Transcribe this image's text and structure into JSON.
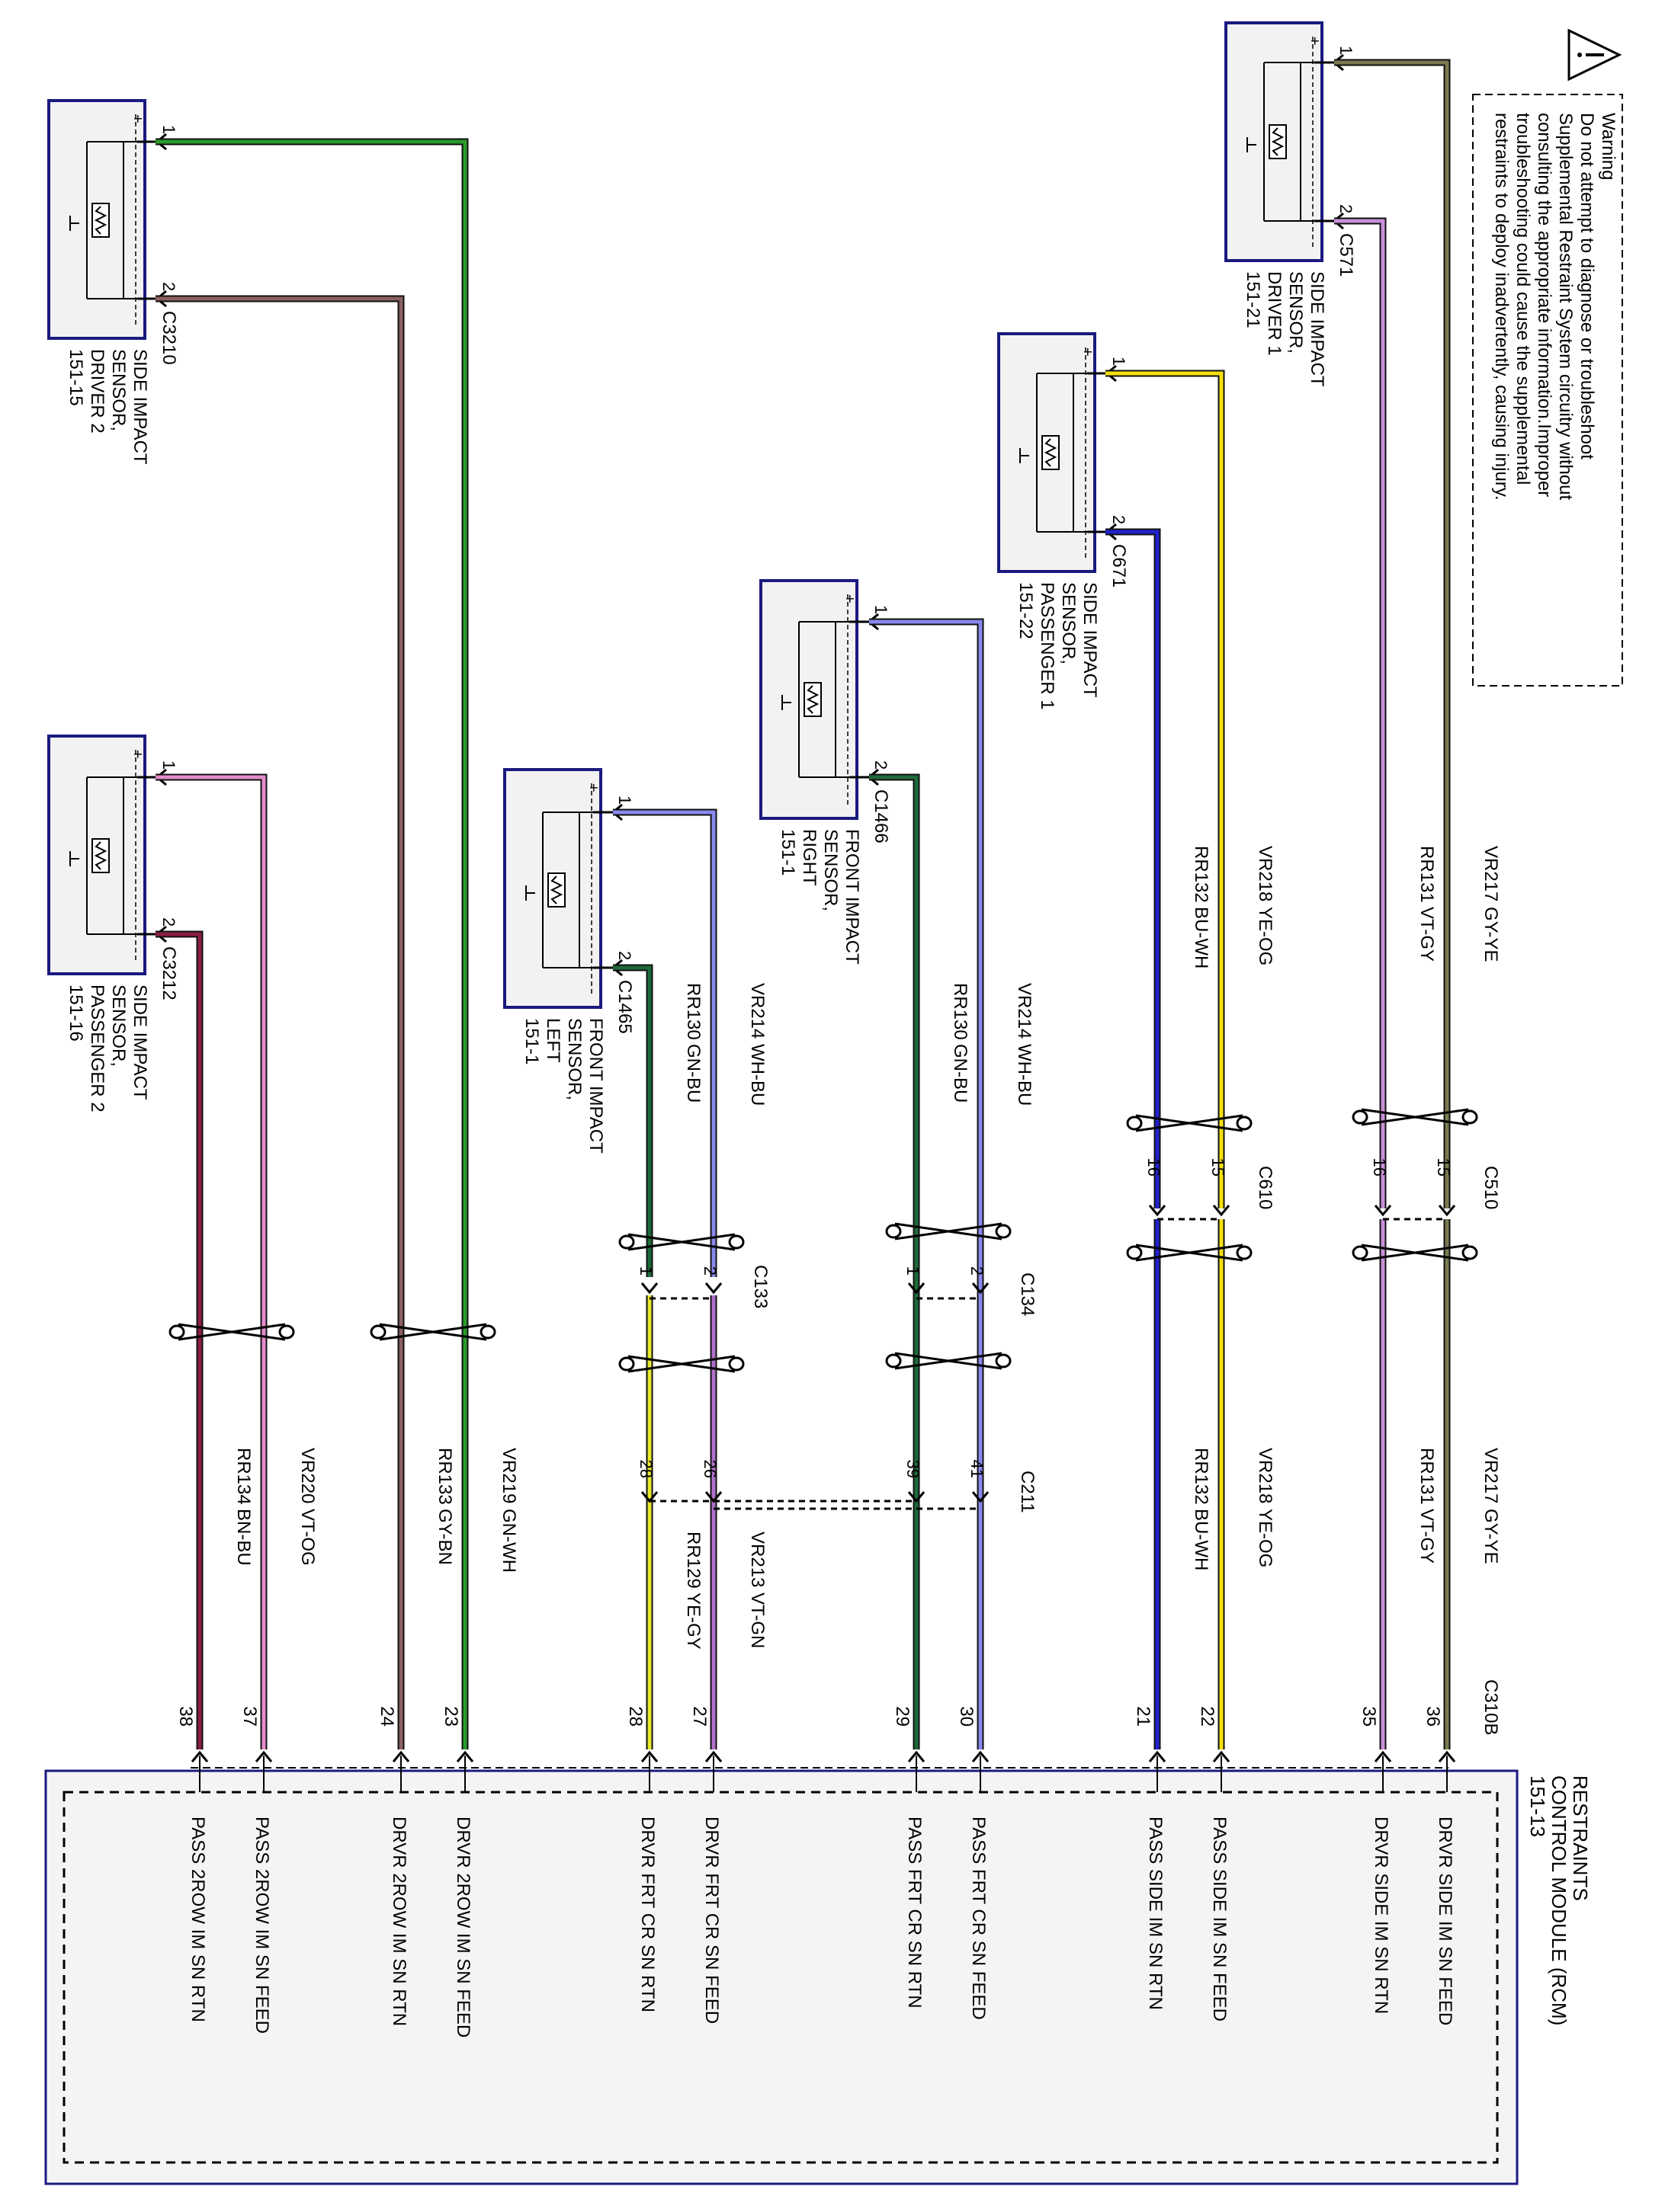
{
  "warning": {
    "lines": [
      "Warning",
      "Do not attempt to diagnose or troubleshoot",
      "Supplemental Restraint System circuitry without",
      "consulting the appropriate information.Improper",
      "troubleshooting could cause the supplemental",
      "restraints to deploy inadvertently, causing injury."
    ]
  },
  "sensors": [
    {
      "id": "s1",
      "lines": [
        "SIDE IMPACT",
        "SENSOR,",
        "DRIVER 2",
        "151-15"
      ],
      "connector": "C3210",
      "pin1": "1",
      "pin2": "2"
    },
    {
      "id": "s2",
      "lines": [
        "SIDE IMPACT",
        "SENSOR,",
        "PASSENGER 2",
        "151-16"
      ],
      "connector": "C3212",
      "pin1": "1",
      "pin2": "2"
    },
    {
      "id": "s3",
      "lines": [
        "FRONT IMPACT",
        "SENSOR,",
        "LEFT",
        "151-1"
      ],
      "connector": "C1465",
      "pin1": "1",
      "pin2": "2"
    },
    {
      "id": "s4",
      "lines": [
        "FRONT IMPACT",
        "SENSOR,",
        "RIGHT",
        "151-1"
      ],
      "connector": "C1466",
      "pin1": "1",
      "pin2": "2"
    },
    {
      "id": "s5",
      "lines": [
        "SIDE IMPACT",
        "SENSOR,",
        "PASSENGER 1",
        "151-22"
      ],
      "connector": "C671",
      "pin1": "1",
      "pin2": "2"
    },
    {
      "id": "s6",
      "lines": [
        "SIDE IMPACT",
        "SENSOR,",
        "DRIVER 1",
        "151-21"
      ],
      "connector": "C571",
      "pin1": "1",
      "pin2": "2"
    }
  ],
  "colors": {
    "GN-WH": "#2a9a2a",
    "GY-BN": "#8a6060",
    "VT-OG": "#e48ccc",
    "BN-BU": "#8a2040",
    "GN-BU": "#1e6a3a",
    "WH-BU": "#8888ee",
    "YE-GY": "#e8e830",
    "VT-GN": "#b070c8",
    "BU-WH": "#2222cc",
    "YE-OG": "#f4e010",
    "VT-GY": "#c890d8",
    "GY-YE": "#7a7a50",
    "RR134": "#8a2040",
    "VR220": "#f0a0a0"
  },
  "wires": [
    {
      "upper_circuit": "VR219",
      "upper_color": "GN-WH",
      "lower_circuit": "VR219",
      "lower_color": "GN-WH",
      "rcm_pin": "23"
    },
    {
      "upper_circuit": "RR133",
      "upper_color": "GY-BN",
      "lower_circuit": "RR133",
      "lower_color": "GY-BN",
      "rcm_pin": "24"
    },
    {
      "upper_circuit": "VR220",
      "upper_color": "VT-OG",
      "lower_circuit": "VR220",
      "lower_color": "VT-OG",
      "rcm_pin": "37"
    },
    {
      "upper_circuit": "RR134",
      "upper_color": "BN-BU",
      "lower_circuit": "RR134",
      "lower_color": "BN-BU",
      "rcm_pin": "38"
    },
    {
      "upper_circuit": "VR214",
      "upper_color": "WH-BU",
      "lower_circuit": "VR213",
      "lower_color": "VT-GN",
      "c133_pin": "2",
      "c211_pin": "26",
      "rcm_pin": "27"
    },
    {
      "upper_circuit": "RR130",
      "upper_color": "GN-BU",
      "lower_circuit": "RR129",
      "lower_color": "YE-GY",
      "c133_pin": "1",
      "c211_pin": "28",
      "rcm_pin": "28"
    },
    {
      "upper_circuit": "VR214",
      "upper_color": "WH-BU",
      "c134_pin": "2",
      "c211_pin": "41",
      "rcm_pin": "30"
    },
    {
      "upper_circuit": "RR130",
      "upper_color": "GN-BU",
      "c134_pin": "1",
      "c211_pin": "39",
      "rcm_pin": "29"
    },
    {
      "upper_circuit": "VR218",
      "upper_color": "YE-OG",
      "lower_circuit": "VR218",
      "lower_color": "YE-OG",
      "c_pin": "15",
      "rcm_pin": "22"
    },
    {
      "upper_circuit": "RR132",
      "upper_color": "BU-WH",
      "lower_circuit": "RR132",
      "lower_color": "BU-WH",
      "c_pin": "16",
      "rcm_pin": "21"
    },
    {
      "upper_circuit": "VR217",
      "upper_color": "GY-YE",
      "lower_circuit": "VR217",
      "lower_color": "GY-YE",
      "c_pin": "15",
      "rcm_pin": "36"
    },
    {
      "upper_circuit": "RR131",
      "upper_color": "VT-GY",
      "lower_circuit": "RR131",
      "lower_color": "VT-GY",
      "c_pin": "16",
      "rcm_pin": "35"
    }
  ],
  "connectors": {
    "c133": "C133",
    "c134": "C134",
    "c211": "C211",
    "c610": "C610",
    "c510": "C510",
    "c310b": "C310B"
  },
  "rcm": {
    "title_lines": [
      "RESTRAINTS",
      "CONTROL MODULE (RCM)",
      "151-13"
    ],
    "pin_labels": [
      "DRVR 2ROW IM SN FEED",
      "DRVR 2ROW IM SN RTN",
      "PASS 2ROW IM SN FEED",
      "PASS 2ROW IM SN RTN",
      "DRVR FRT CR SN FEED",
      "DRVR FRT CR SN RTN",
      "PASS FRT CR SN FEED",
      "PASS FRT CR SN RTN",
      "PASS SIDE IM SN FEED",
      "PASS SIDE IM SN RTN",
      "DRVR SIDE IM SN FEED",
      "DRVR SIDE IM SN RTN"
    ]
  }
}
